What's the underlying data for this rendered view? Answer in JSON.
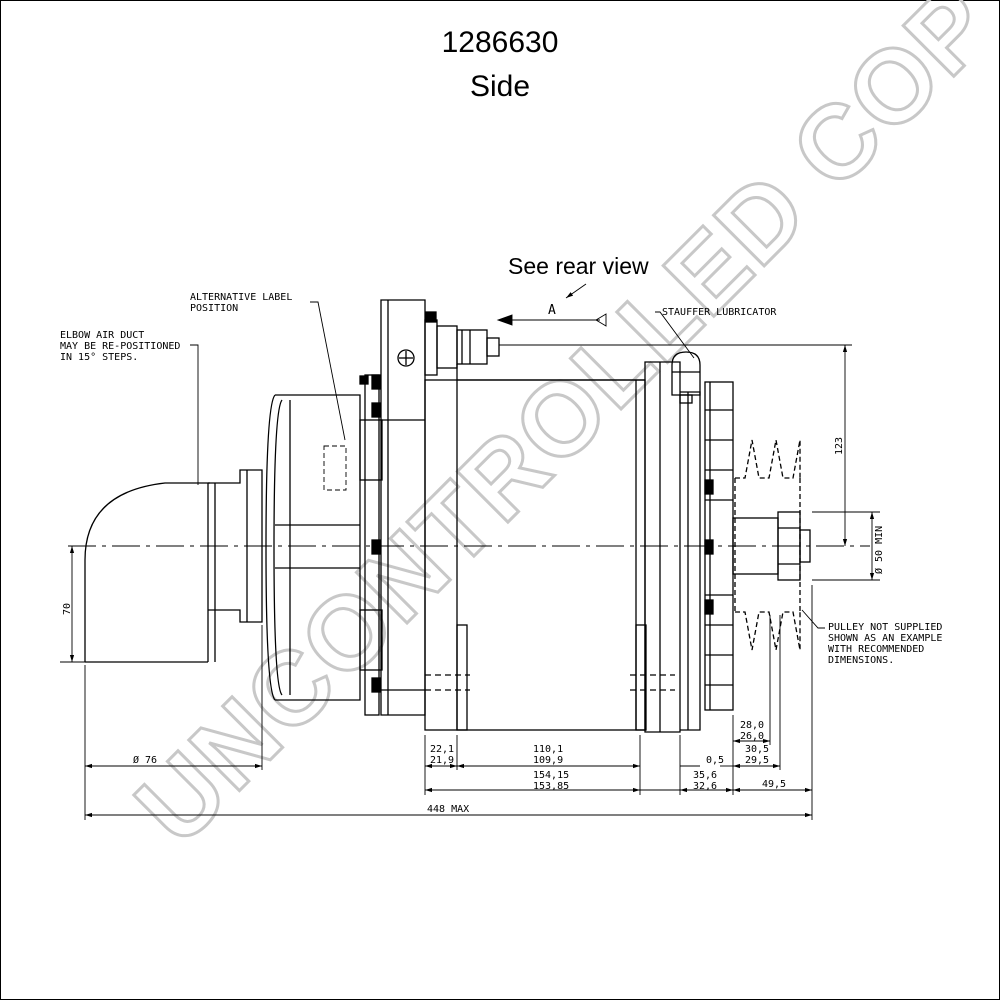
{
  "drawing": {
    "part_number": "1286630",
    "view_name": "Side",
    "watermark": "UNCONTROLLED COPY"
  },
  "callouts": {
    "see_rear_view": "See rear view",
    "view_arrow_letter": "A",
    "alt_label_line1": "ALTERNATIVE LABEL",
    "alt_label_line2": "POSITION",
    "elbow_line1": "ELBOW AIR DUCT",
    "elbow_line2": "MAY BE RE-POSITIONED",
    "elbow_line3": "IN 15° STEPS.",
    "stauffer": "STAUFFER LUBRICATOR",
    "pulley_line1": "PULLEY NOT SUPPLIED",
    "pulley_line2": "SHOWN AS AN EXAMPLE",
    "pulley_line3": "WITH RECOMMENDED",
    "pulley_line4": "DIMENSIONS."
  },
  "dimensions": {
    "d123": "123",
    "d50min": "Ø 50 MIN",
    "d70": "70",
    "d76": "Ø 76",
    "d22_1": "22,1",
    "d21_9": "21,9",
    "d110_1": "110,1",
    "d109_9": "109,9",
    "d0_5": "0,5",
    "d28_0": "28,0",
    "d26_0": "26,0",
    "d30_5": "30,5",
    "d29_5": "29,5",
    "d154_15": "154,15",
    "d153_85": "153,85",
    "d35_6": "35,6",
    "d32_6": "32,6",
    "d49_5": "49,5",
    "d448": "448 MAX"
  }
}
